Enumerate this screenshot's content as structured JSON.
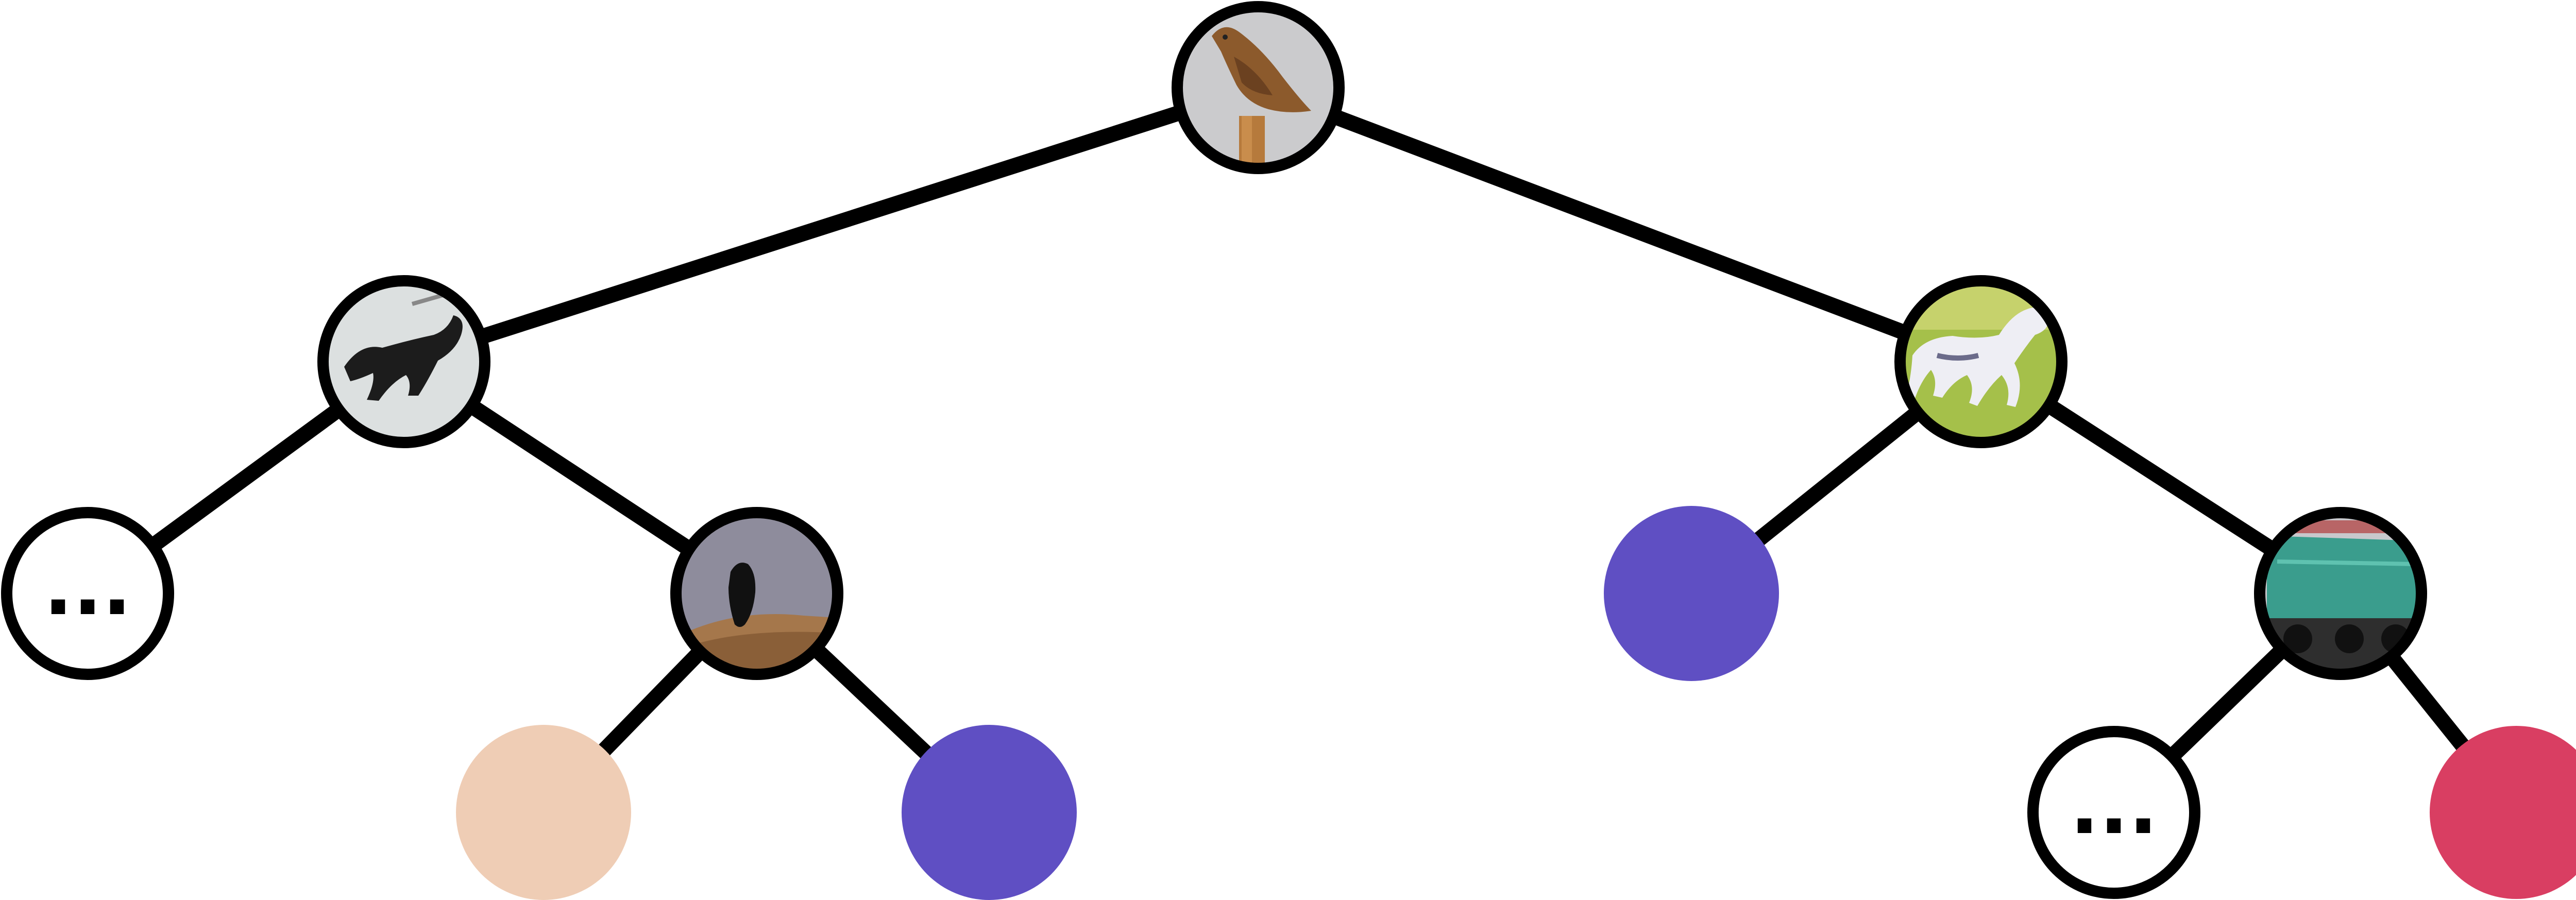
{
  "diagram": {
    "colors": {
      "edge": "#000000",
      "ring": "#000000",
      "node_background": "#ffffff",
      "purple": "#5f4fc3",
      "peach": "#efcdb5",
      "red": "#d93e62"
    },
    "nodes": {
      "root": {
        "kind": "image",
        "icon": "bird-icon"
      },
      "left": {
        "kind": "image",
        "icon": "dog-icon"
      },
      "right": {
        "kind": "image",
        "icon": "horse-icon"
      },
      "left_left": {
        "kind": "ellipsis",
        "text": "..."
      },
      "left_right": {
        "kind": "image",
        "icon": "bird-icon"
      },
      "right_left": {
        "kind": "color",
        "fill": "#5f4fc3"
      },
      "right_right": {
        "kind": "image",
        "icon": "truck-icon"
      },
      "left_right_left": {
        "kind": "color",
        "fill": "#efcdb5"
      },
      "left_right_right": {
        "kind": "color",
        "fill": "#5f4fc3"
      },
      "right_right_left": {
        "kind": "ellipsis",
        "text": "..."
      },
      "right_right_right": {
        "kind": "color",
        "fill": "#d93e62"
      }
    }
  }
}
